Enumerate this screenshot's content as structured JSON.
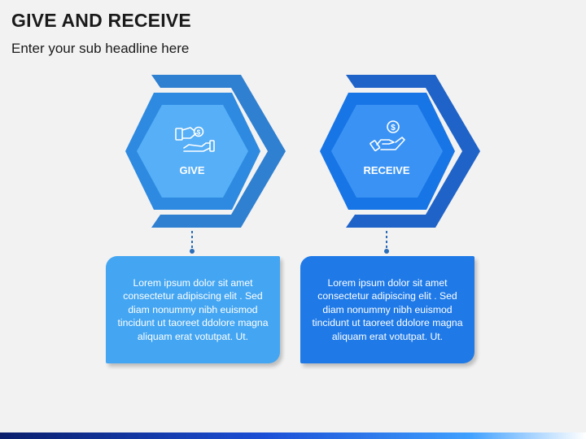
{
  "header": {
    "title": "GIVE AND RECEIVE",
    "subtitle": "Enter your sub headline here"
  },
  "items": [
    {
      "label": "GIVE",
      "icon": "hand-giving-money-icon",
      "text": "Lorem ipsum dolor sit amet consectetur adipiscing elit . Sed diam nonummy nibh euismod tincidunt ut taoreet ddolore magna aliquam erat votutpat. Ut.",
      "colors": {
        "chevron": "#2f80d1",
        "ring": "#2d8ae0",
        "hexagon": "#56aff7",
        "panel": "#44a6f2"
      }
    },
    {
      "label": "RECEIVE",
      "icon": "hand-receiving-coin-icon",
      "text": "Lorem ipsum dolor sit amet consectetur adipiscing elit . Sed diam nonummy nibh euismod tincidunt ut taoreet ddolore magna aliquam erat votutpat. Ut.",
      "colors": {
        "chevron": "#1f63c8",
        "ring": "#1775e6",
        "hexagon": "#3a93f4",
        "panel": "#1f7ae8"
      }
    }
  ]
}
